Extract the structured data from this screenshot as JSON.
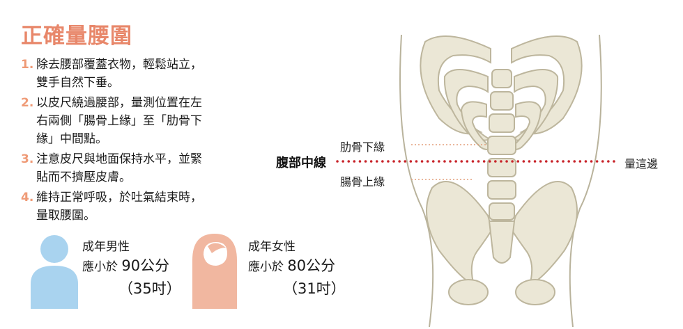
{
  "title": "正確量腰圍",
  "steps": [
    {
      "num": "1.",
      "lines": [
        "除去腰部覆蓋衣物，輕鬆站立，",
        "雙手自然下垂。"
      ]
    },
    {
      "num": "2.",
      "lines": [
        "以皮尺繞過腰部，量測位置在左",
        "右兩側「腸骨上緣」至「肋骨下",
        "緣」中間點。"
      ]
    },
    {
      "num": "3.",
      "lines": [
        "注意皮尺與地面保持水平，並緊",
        "貼而不擠壓皮膚。"
      ]
    },
    {
      "num": "4.",
      "lines": [
        "維持正常呼吸，於吐氣結束時，",
        "量取腰圍。"
      ]
    }
  ],
  "male": {
    "label": "成年男性",
    "prefix": "應小於",
    "value": "90公分",
    "inch": "（35吋）"
  },
  "female": {
    "label": "成年女性",
    "prefix": "應小於",
    "value": "80公分",
    "inch": "（31吋）"
  },
  "diagram": {
    "rib_label": "肋骨下緣",
    "waist_label": "腹部中線",
    "pelvis_label": "腸骨上緣",
    "measure_label": "量這邊"
  },
  "colors": {
    "title": "#e8876a",
    "male": "#a9d3ef",
    "female": "#f1b7a0",
    "bone": "#ebe7d6",
    "dots": "#c8242a"
  }
}
